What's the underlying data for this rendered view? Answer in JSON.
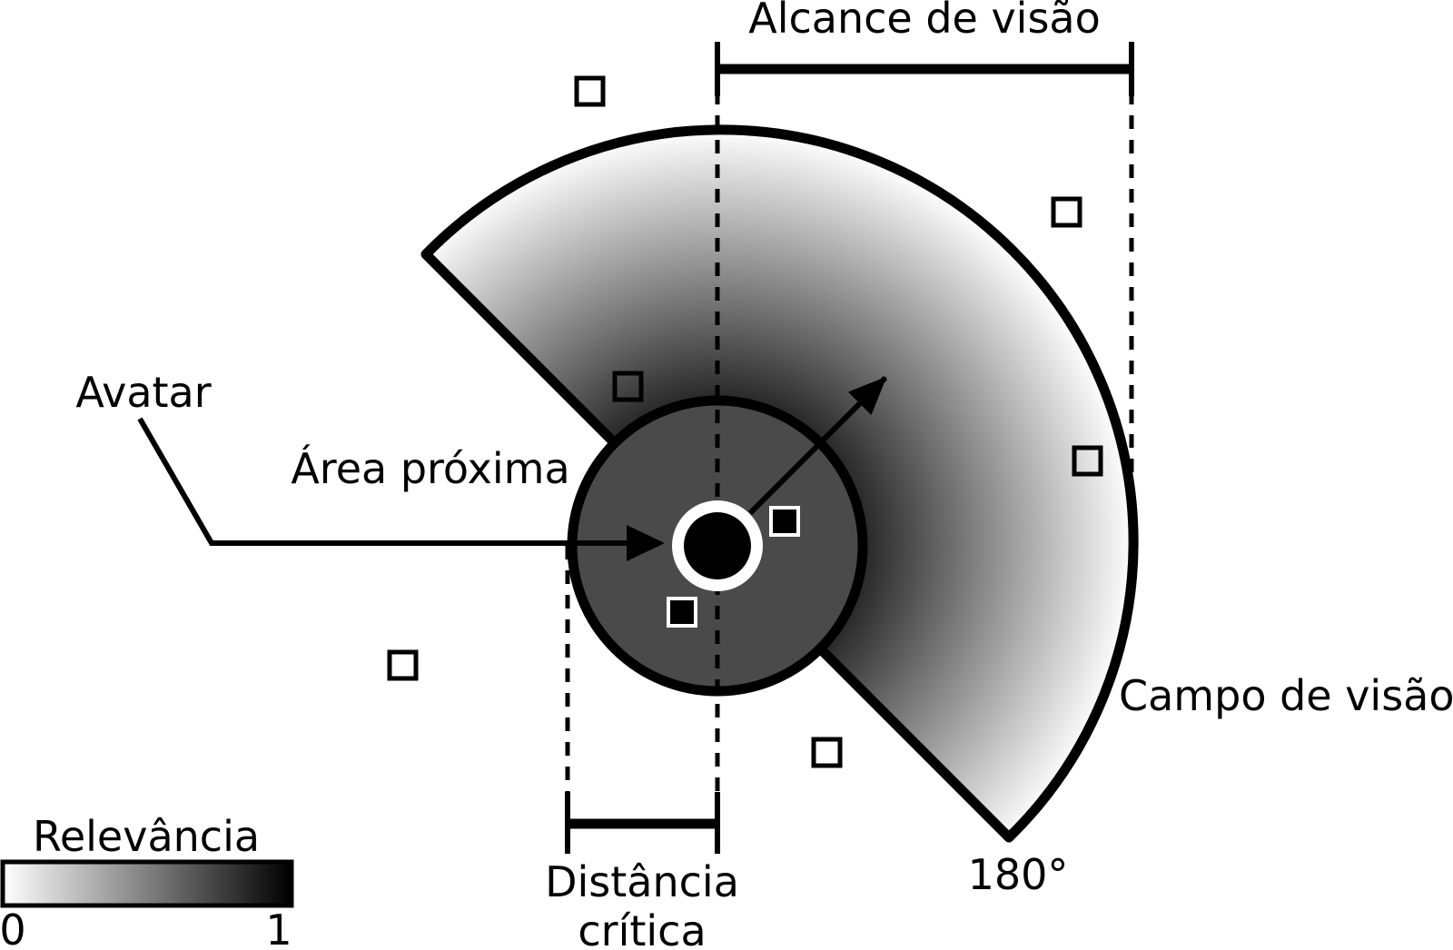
{
  "labels": {
    "vision_range": "Alcance de visão",
    "avatar": "Avatar",
    "near_area": "Área próxima",
    "field_of_view": "Campo de visão",
    "angle": "180°",
    "critical_distance_line1": "Distância",
    "critical_distance_line2": "crítica"
  },
  "legend": {
    "title": "Relevância",
    "min": "0",
    "max": "1",
    "color_low": "#ffffff",
    "color_high": "#000000"
  },
  "colors": {
    "stroke": "#000000",
    "near_area_fill": "#4a4a4a",
    "background": "#ffffff"
  }
}
